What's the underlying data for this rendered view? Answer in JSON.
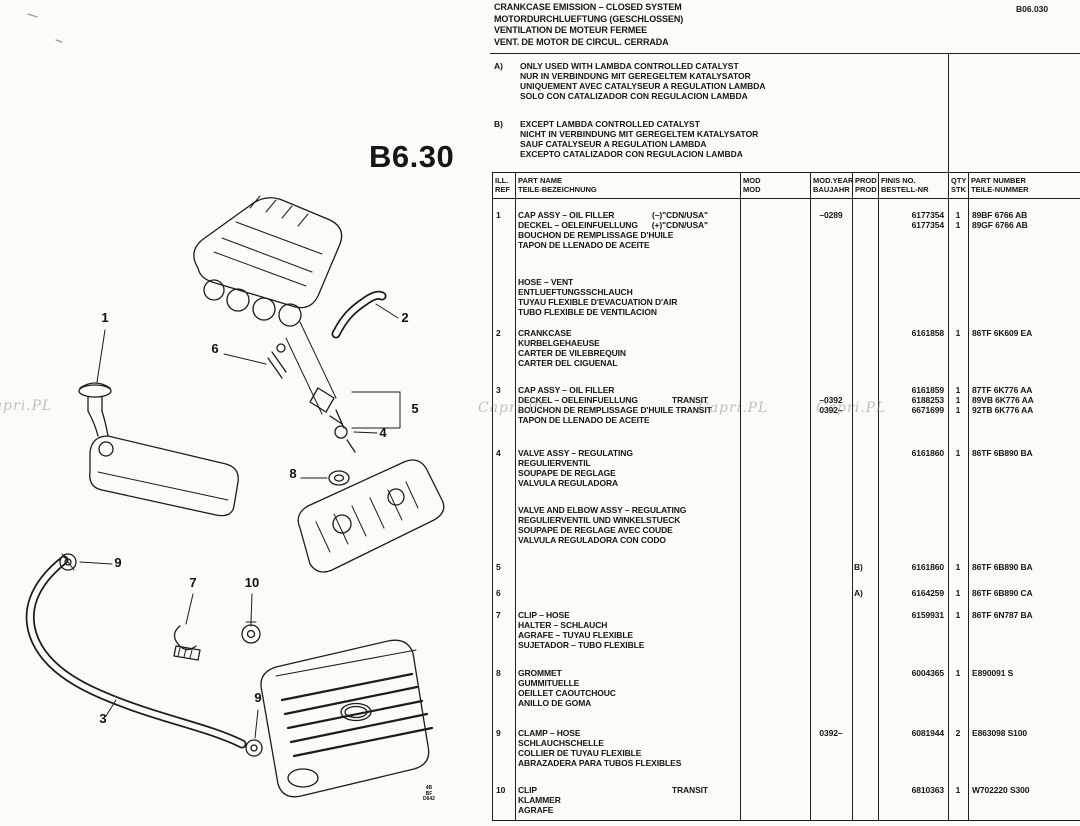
{
  "page": {
    "code": "B06.030",
    "section": "B6.30"
  },
  "watermark": {
    "text": "Capri.PL"
  },
  "header": {
    "title_lines": [
      "CRANKCASE EMISSION – CLOSED SYSTEM",
      "MOTORDURCHLUEFTUNG (GESCHLOSSEN)",
      "VENTILATION DE MOTEUR FERMEE",
      "VENT. DE MOTOR DE CIRCUL. CERRADA"
    ]
  },
  "notes": [
    {
      "key": "A)",
      "lines": [
        "ONLY USED WITH LAMBDA CONTROLLED CATALYST",
        "NUR IN VERBINDUNG MIT GEREGELTEM KATALYSATOR",
        "UNIQUEMENT AVEC CATALYSEUR A REGULATION LAMBDA",
        "SOLO CON CATALIZADOR CON REGULACION LAMBDA"
      ]
    },
    {
      "key": "B)",
      "lines": [
        "EXCEPT LAMBDA CONTROLLED CATALYST",
        "NICHT IN VERBINDUNG MIT GEREGELTEM KATALYSATOR",
        "SAUF CATALYSEUR A REGULATION LAMBDA",
        "EXCEPTO CATALIZADOR CON REGULACION LAMBDA"
      ]
    }
  ],
  "table": {
    "headers": [
      {
        "id": "ref",
        "lines": [
          "ILL.",
          "REF"
        ]
      },
      {
        "id": "name",
        "lines": [
          "PART NAME",
          "TEILE-BEZEICHNUNG"
        ]
      },
      {
        "id": "mod",
        "lines": [
          "MOD",
          "MOD"
        ]
      },
      {
        "id": "year",
        "lines": [
          "MOD.YEAR",
          "BAUJAHR"
        ]
      },
      {
        "id": "prod",
        "lines": [
          "PROD",
          "PROD"
        ]
      },
      {
        "id": "finis",
        "lines": [
          "FINIS NO.",
          "BESTELL-NR"
        ]
      },
      {
        "id": "qty",
        "lines": [
          "QTY",
          "STK"
        ]
      },
      {
        "id": "part",
        "lines": [
          "PART NUMBER",
          "TEILE-NUMMER"
        ]
      }
    ],
    "rows": [
      {
        "ref": "1",
        "lines": [
          {
            "name": "CAP ASSY – OIL FILLER",
            "name_right": "(–)\"CDN/USA\"",
            "year": "–0289",
            "finis": "6177354",
            "qty": "1",
            "part": "89BF 6766 AB"
          },
          {
            "name": "DECKEL – OELEINFUELLUNG",
            "name_right": "(+)\"CDN/USA\"",
            "finis": "6177354",
            "qty": "1",
            "part": "89GF 6766 AB"
          },
          {
            "name": "BOUCHON DE REMPLISSAGE D'HUILE"
          },
          {
            "name": "TAPON DE LLENADO DE ACEITE"
          }
        ]
      },
      {
        "ref": "",
        "lines": [
          {
            "name": "HOSE – VENT"
          },
          {
            "name": "ENTLUEFTUNGSSCHLAUCH"
          },
          {
            "name": "TUYAU FLEXIBLE D'EVACUATION D'AIR"
          },
          {
            "name": "TUBO FLEXIBLE DE VENTILACION"
          }
        ]
      },
      {
        "ref": "2",
        "lines": [
          {
            "name": "CRANKCASE",
            "finis": "6161858",
            "qty": "1",
            "part": "86TF 6K609 EA"
          },
          {
            "name": "KURBELGEHAEUSE"
          },
          {
            "name": "CARTER DE VILEBREQUIN"
          },
          {
            "name": "CARTER DEL CIGUENAL"
          }
        ]
      },
      {
        "ref": "3",
        "lines": [
          {
            "name": "CAP ASSY – OIL FILLER",
            "finis": "6161859",
            "qty": "1",
            "part": "87TF 6K776 AA"
          },
          {
            "name": "DECKEL – OELEINFUELLUNG",
            "name_right": "TRANSIT",
            "year": "–0392",
            "finis": "6188253",
            "qty": "1",
            "part": "89VB 6K776 AA"
          },
          {
            "name": "BOUCHON DE REMPLISSAGE D'HUILE TRANSIT",
            "year": "0392–",
            "finis": "6671699",
            "qty": "1",
            "part": "92TB 6K776 AA"
          },
          {
            "name": "TAPON DE LLENADO DE ACEITE"
          }
        ]
      },
      {
        "ref": "4",
        "lines": [
          {
            "name": "VALVE ASSY – REGULATING",
            "finis": "6161860",
            "qty": "1",
            "part": "86TF 6B890 BA"
          },
          {
            "name": "REGULIERVENTIL"
          },
          {
            "name": "SOUPAPE DE REGLAGE"
          },
          {
            "name": "VALVULA REGULADORA"
          }
        ]
      },
      {
        "ref": "",
        "lines": [
          {
            "name": "VALVE AND ELBOW ASSY – REGULATING"
          },
          {
            "name": "REGULIERVENTIL UND WINKELSTUECK"
          },
          {
            "name": "SOUPAPE DE REGLAGE AVEC COUDE"
          },
          {
            "name": "VALVULA REGULADORA CON CODO"
          }
        ]
      },
      {
        "ref": "5",
        "lines": [
          {
            "prod": "B)",
            "finis": "6161860",
            "qty": "1",
            "part": "86TF 6B890 BA"
          }
        ]
      },
      {
        "ref": "6",
        "lines": [
          {
            "prod": "A)",
            "finis": "6164259",
            "qty": "1",
            "part": "86TF 6B890 CA"
          }
        ]
      },
      {
        "ref": "7",
        "lines": [
          {
            "name": "CLIP – HOSE",
            "finis": "6159931",
            "qty": "1",
            "part": "86TF 6N787 BA"
          },
          {
            "name": "HALTER – SCHLAUCH"
          },
          {
            "name": "AGRAFE – TUYAU FLEXIBLE"
          },
          {
            "name": "SUJETADOR – TUBO FLEXIBLE"
          }
        ]
      },
      {
        "ref": "8",
        "lines": [
          {
            "name": "GROMMET",
            "finis": "6004365",
            "qty": "1",
            "part": "E890091 S"
          },
          {
            "name": "GUMMITUELLE"
          },
          {
            "name": "OEILLET CAOUTCHOUC"
          },
          {
            "name": "ANILLO DE GOMA"
          }
        ]
      },
      {
        "ref": "9",
        "lines": [
          {
            "name": "CLAMP – HOSE",
            "year": "0392–",
            "finis": "6081944",
            "qty": "2",
            "part": "E863098 S100"
          },
          {
            "name": "SCHLAUCHSCHELLE"
          },
          {
            "name": "COLLIER DE TUYAU FLEXIBLE"
          },
          {
            "name": "ABRAZADERA PARA TUBOS FLEXIBLES"
          }
        ]
      },
      {
        "ref": "10",
        "lines": [
          {
            "name": "CLIP",
            "name_right": "TRANSIT",
            "finis": "6810363",
            "qty": "1",
            "part": "W702220 S300"
          },
          {
            "name": "KLAMMER"
          },
          {
            "name": "AGRAFE"
          }
        ]
      }
    ]
  },
  "diagram": {
    "callouts": [
      "1",
      "2",
      "6",
      "5",
      "4",
      "8",
      "9",
      "7",
      "10",
      "3",
      "9"
    ],
    "plate_lines": [
      "4B",
      "BF",
      "D642"
    ]
  }
}
